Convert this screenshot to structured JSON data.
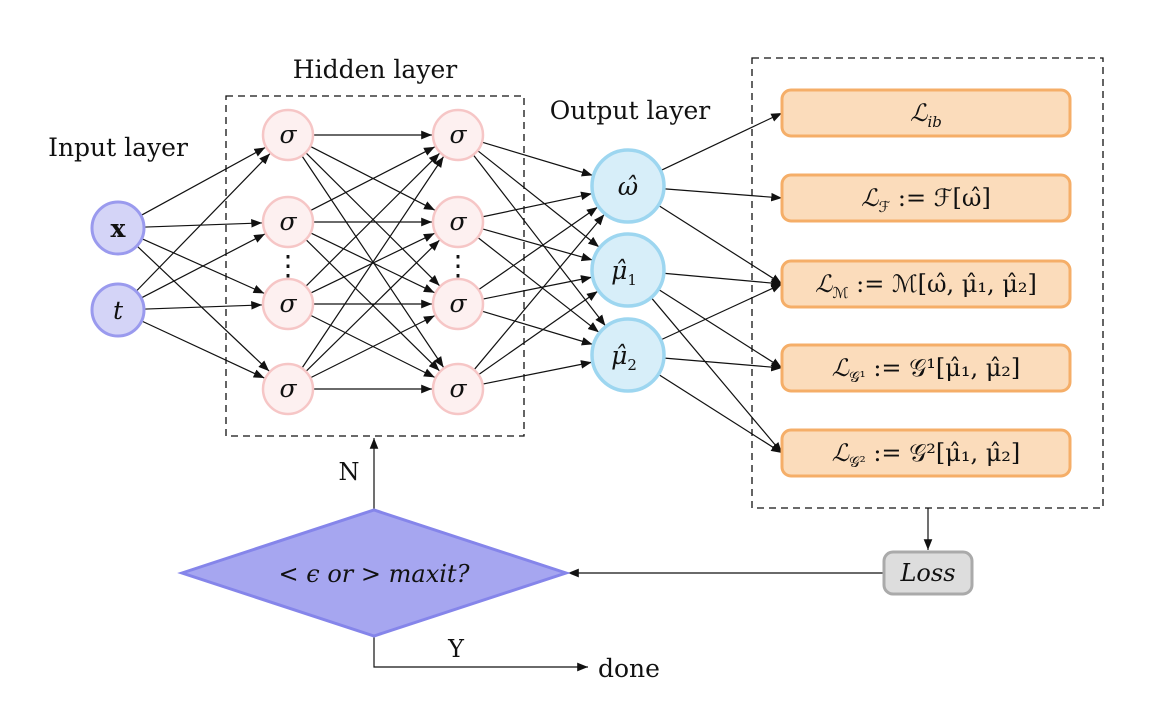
{
  "labels": {
    "input_layer": "Input layer",
    "hidden_layer": "Hidden layer",
    "output_layer": "Output layer"
  },
  "input_nodes": [
    {
      "label": "x",
      "style": "bold"
    },
    {
      "label": "t",
      "style": "italic"
    }
  ],
  "hidden_nodes": {
    "symbol": "σ",
    "columns": 2,
    "per_column": 4,
    "ellipsis": "⋮"
  },
  "output_nodes": [
    {
      "label": "ω̂"
    },
    {
      "label": "μ̂",
      "sub": "1"
    },
    {
      "label": "μ̂",
      "sub": "2"
    }
  ],
  "losses": [
    {
      "main": "ℒ",
      "sub": "ib",
      "rest": ""
    },
    {
      "main": "ℒ",
      "sub": "ℱ",
      "rest": " := ℱ[ω̂]"
    },
    {
      "main": "ℒ",
      "sub": "ℳ",
      "rest": " := ℳ[ω̂, μ̂₁, μ̂₂]"
    },
    {
      "main": "ℒ",
      "sub": "𝒢¹",
      "rest": " := 𝒢¹[μ̂₁, μ̂₂]"
    },
    {
      "main": "ℒ",
      "sub": "𝒢²",
      "rest": " := 𝒢²[μ̂₁, μ̂₂]"
    }
  ],
  "loss_node": "Loss",
  "decision": "< ϵ or > maxit?",
  "decision_no": "N",
  "decision_yes": "Y",
  "done": "done",
  "colors": {
    "input_fill": "#d4d4f7",
    "input_stroke": "#9a9aee",
    "hidden_fill": "#fdf0f0",
    "hidden_stroke": "#f6c6c6",
    "output_fill": "#d7eef9",
    "output_stroke": "#9dd6f0",
    "loss_fill": "#fbdcbb",
    "loss_stroke": "#f5ae68",
    "loss_node_fill": "#dddddd",
    "loss_node_stroke": "#aaaaaa",
    "decision_fill": "#a6a6f0",
    "decision_stroke": "#8585ea"
  }
}
